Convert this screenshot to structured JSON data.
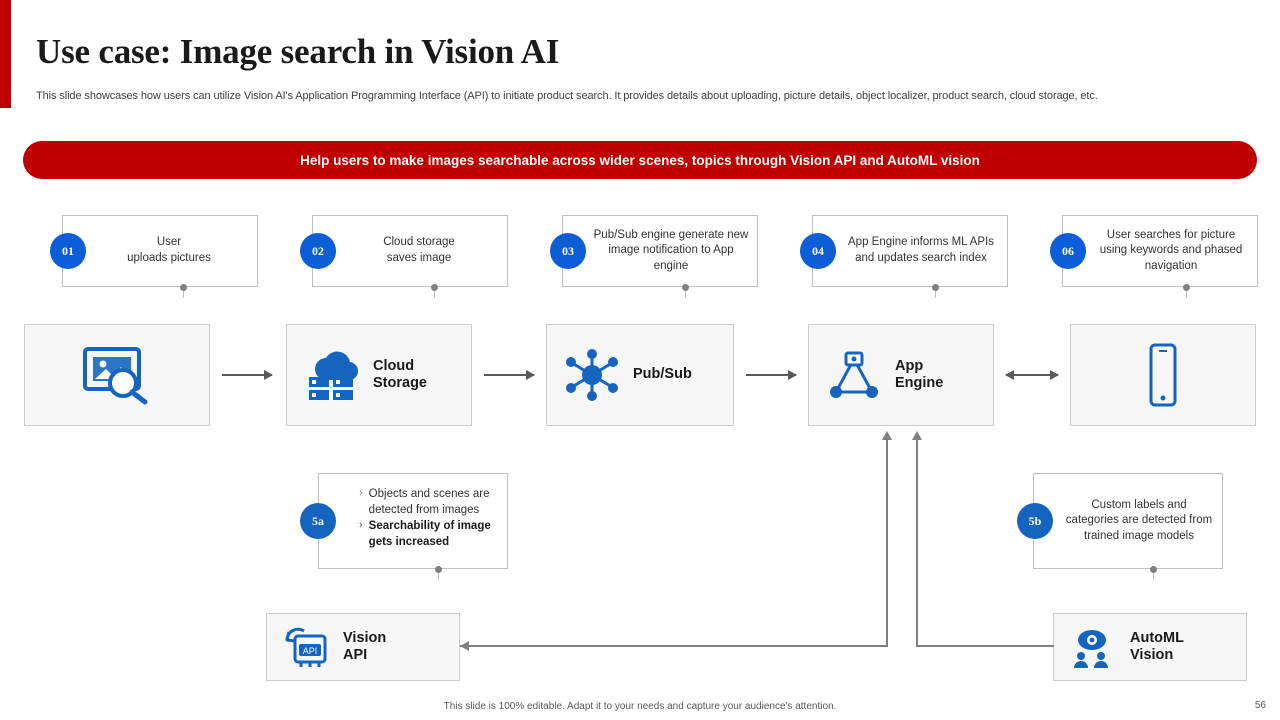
{
  "slide": {
    "title": "Use case: Image search in Vision AI",
    "subtitle": "This slide showcases how users can utilize Vision AI's Application Programming Interface (API) to initiate product search. It provides details about uploading, picture details, object localizer, product search, cloud storage, etc.",
    "banner": "Help users to make images searchable across wider scenes, topics through Vision API and AutoML vision",
    "footer_note": "This slide is 100% editable. Adapt it to your needs and capture your audience's attention.",
    "page_number": "56",
    "accent_color": "#c00000",
    "badge_color": "#0b5ed7"
  },
  "steps": [
    {
      "badge": "01",
      "text": "User\nuploads pictures"
    },
    {
      "badge": "02",
      "text": "Cloud storage\nsaves image"
    },
    {
      "badge": "03",
      "text": "Pub/Sub engine generate new image notification to App engine"
    },
    {
      "badge": "04",
      "text": "App Engine informs ML APIs and updates search index"
    },
    {
      "badge": "06",
      "text": "User searches for picture using keywords and phased navigation"
    }
  ],
  "nodes": [
    {
      "label": "",
      "icon": "image-search-icon",
      "name": "node-image-search"
    },
    {
      "label": "Cloud\nStorage",
      "icon": "cloud-storage-icon",
      "name": "node-cloud-storage"
    },
    {
      "label": "Pub/Sub",
      "icon": "pubsub-icon",
      "name": "node-pubsub"
    },
    {
      "label": "App\nEngine",
      "icon": "app-engine-icon",
      "name": "node-app-engine"
    },
    {
      "label": "",
      "icon": "mobile-phone-icon",
      "name": "node-mobile"
    }
  ],
  "branches": {
    "a": {
      "badge": "5a",
      "bullets": [
        {
          "text": "Objects and scenes are detected from images",
          "bold": false
        },
        {
          "text": "Searchability of image gets increased",
          "bold": true
        }
      ]
    },
    "b": {
      "badge": "5b",
      "text": "Custom labels and categories are detected from trained image models"
    }
  },
  "bottom_nodes": [
    {
      "label": "Vision\nAPI",
      "icon": "vision-api-icon",
      "name": "node-vision-api"
    },
    {
      "label": "AutoML\nVision",
      "icon": "automl-vision-icon",
      "name": "node-automl-vision"
    }
  ]
}
